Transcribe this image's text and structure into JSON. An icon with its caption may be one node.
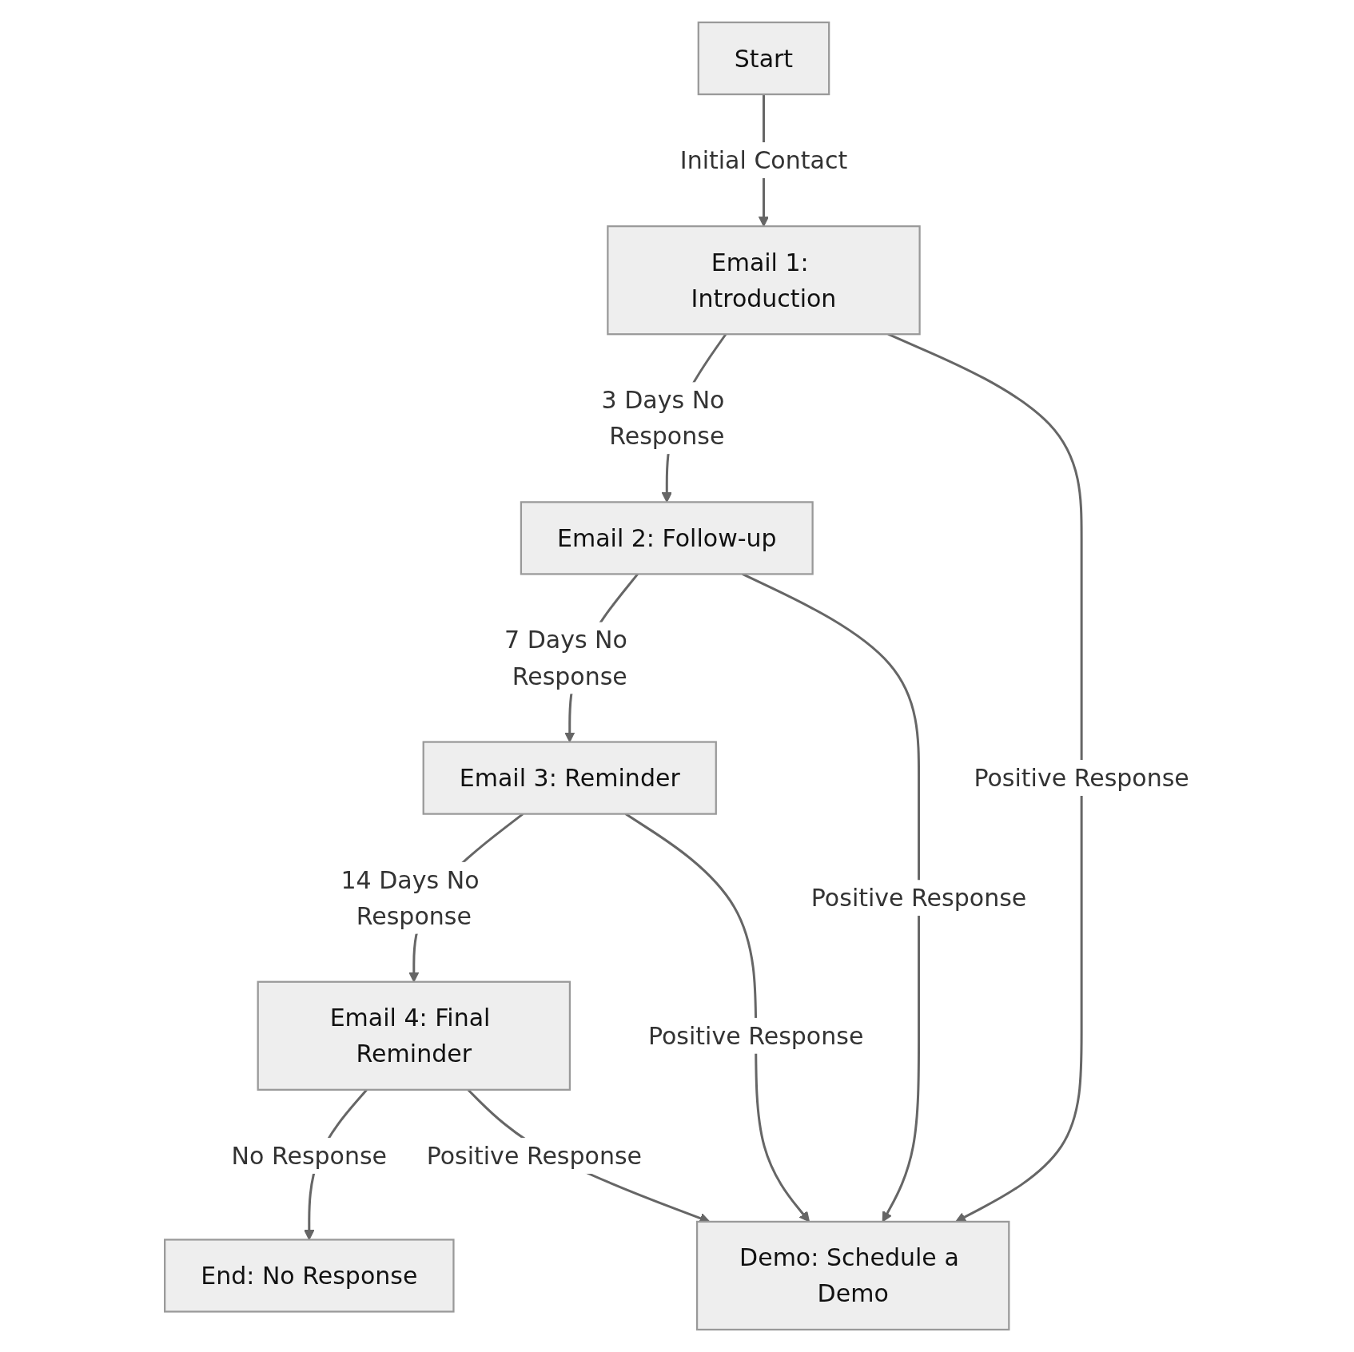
{
  "diagram": {
    "nodes": [
      {
        "text": [
          "Start"
        ]
      },
      {
        "text": [
          "Email 1: Introduction"
        ]
      },
      {
        "text": [
          "Email 2: Follow-up"
        ]
      },
      {
        "text": [
          "Email 3: Reminder"
        ]
      },
      {
        "text": [
          "Email 4: Final Reminder"
        ]
      },
      {
        "text": [
          "End: No Response"
        ]
      },
      {
        "text": [
          "Demo: Schedule a Demo"
        ]
      }
    ],
    "edges": [
      {
        "from": 0,
        "to": 1,
        "arrow": "to",
        "label": "Initial Contact"
      },
      {
        "from": 1,
        "to": 2,
        "arrow": "to",
        "label": "3 Days No Response"
      },
      {
        "from": 1,
        "to": 6,
        "arrow": "to",
        "label": "Positive Response"
      },
      {
        "from": 2,
        "to": 3,
        "arrow": "to",
        "label": "7 Days No Response"
      },
      {
        "from": 2,
        "to": 6,
        "arrow": "to",
        "label": "Positive Response"
      },
      {
        "from": 3,
        "to": 4,
        "arrow": "to",
        "label": "14 Days No Response"
      },
      {
        "from": 3,
        "to": 6,
        "arrow": "to",
        "label": "Positive Response"
      },
      {
        "from": 4,
        "to": 5,
        "arrow": "to",
        "label": "No Response"
      },
      {
        "from": 4,
        "to": 6,
        "arrow": "to",
        "label": "Positive Response"
      }
    ]
  }
}
